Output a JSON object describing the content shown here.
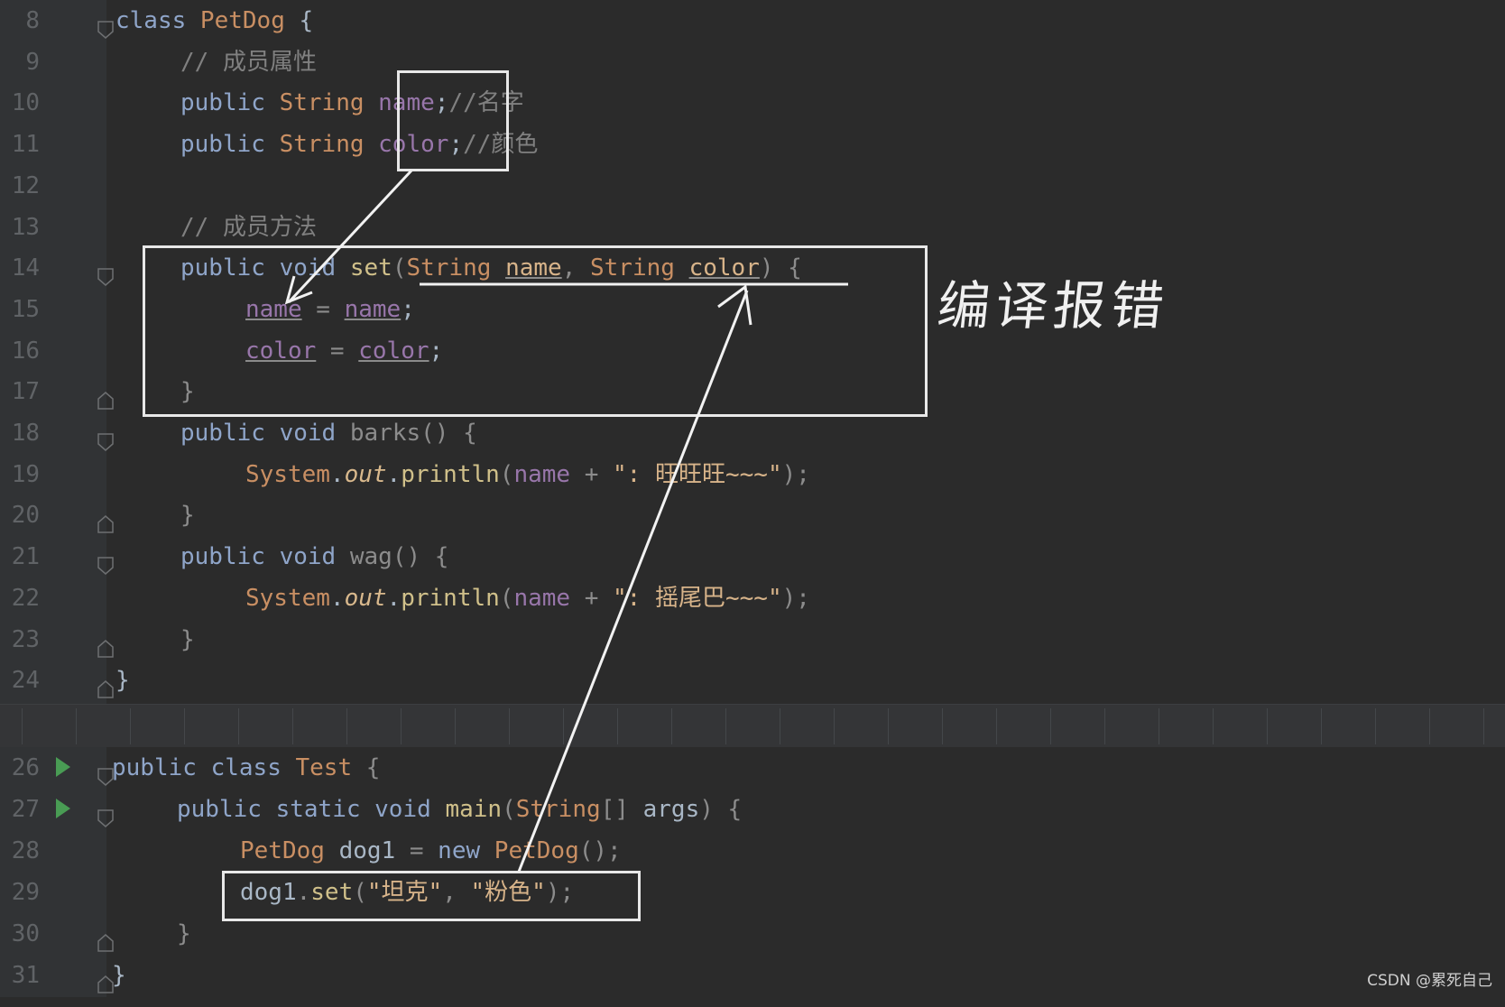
{
  "top_lines": [
    {
      "num": "8",
      "tokens": [
        [
          "class ",
          "kw2"
        ],
        [
          "PetDog ",
          "cls"
        ],
        [
          "{",
          "par"
        ]
      ]
    },
    {
      "num": "9",
      "tokens": [
        [
          "// 成员属性",
          "cmt"
        ]
      ]
    },
    {
      "num": "10",
      "tokens": [
        [
          "public ",
          "kw2"
        ],
        [
          "String ",
          "cls"
        ],
        [
          "name",
          "fld"
        ],
        [
          ";",
          "par"
        ],
        [
          "//名字",
          "cmt"
        ]
      ]
    },
    {
      "num": "11",
      "tokens": [
        [
          "public ",
          "kw2"
        ],
        [
          "String ",
          "cls"
        ],
        [
          "color",
          "fld"
        ],
        [
          ";",
          "par"
        ],
        [
          "//颜色",
          "cmt"
        ]
      ]
    },
    {
      "num": "12",
      "tokens": []
    },
    {
      "num": "13",
      "tokens": [
        [
          "// 成员方法",
          "cmt"
        ]
      ]
    },
    {
      "num": "14",
      "tokens": [
        [
          "public ",
          "kw2"
        ],
        [
          "void ",
          "kw2"
        ],
        [
          "set",
          "fn"
        ],
        [
          "(",
          "dim"
        ],
        [
          "String ",
          "cls"
        ],
        [
          "name",
          "ul str"
        ],
        [
          ", ",
          "dim"
        ],
        [
          "String ",
          "cls"
        ],
        [
          "color",
          "ul str"
        ],
        [
          ") {",
          "dim"
        ]
      ]
    },
    {
      "num": "15",
      "tokens": [
        [
          "name",
          "ul fld"
        ],
        [
          " = ",
          "dim"
        ],
        [
          "name",
          "ul fld"
        ],
        [
          ";",
          "par"
        ]
      ]
    },
    {
      "num": "16",
      "tokens": [
        [
          "color",
          "ul fld"
        ],
        [
          " = ",
          "dim"
        ],
        [
          "color",
          "ul fld"
        ],
        [
          ";",
          "par"
        ]
      ]
    },
    {
      "num": "17",
      "tokens": [
        [
          "}",
          "dim"
        ]
      ]
    },
    {
      "num": "18",
      "tokens": [
        [
          "public ",
          "kw2"
        ],
        [
          "void ",
          "kw2"
        ],
        [
          "barks",
          "dim"
        ],
        [
          "() {",
          "dim"
        ]
      ]
    },
    {
      "num": "19",
      "tokens": [
        [
          "System",
          "cls"
        ],
        [
          ".",
          "par"
        ],
        [
          "out",
          "it"
        ],
        [
          ".",
          "par"
        ],
        [
          "println",
          "fn"
        ],
        [
          "(",
          "dim"
        ],
        [
          "name",
          "fld"
        ],
        [
          " + ",
          "dim"
        ],
        [
          "\": 旺旺旺~~~\"",
          "str"
        ],
        [
          ");",
          "dim"
        ]
      ]
    },
    {
      "num": "20",
      "tokens": [
        [
          "}",
          "dim"
        ]
      ]
    },
    {
      "num": "21",
      "tokens": [
        [
          "public ",
          "kw2"
        ],
        [
          "void ",
          "kw2"
        ],
        [
          "wag",
          "dim"
        ],
        [
          "() {",
          "dim"
        ]
      ]
    },
    {
      "num": "22",
      "tokens": [
        [
          "System",
          "cls"
        ],
        [
          ".",
          "par"
        ],
        [
          "out",
          "it"
        ],
        [
          ".",
          "par"
        ],
        [
          "println",
          "fn"
        ],
        [
          "(",
          "dim"
        ],
        [
          "name",
          "fld"
        ],
        [
          " + ",
          "dim"
        ],
        [
          "\": 摇尾巴~~~\"",
          "str"
        ],
        [
          ");",
          "dim"
        ]
      ]
    },
    {
      "num": "23",
      "tokens": [
        [
          "}",
          "dim"
        ]
      ]
    },
    {
      "num": "24",
      "tokens": [
        [
          "}",
          "par"
        ]
      ]
    }
  ],
  "bottom_lines": [
    {
      "num": "26",
      "tokens": [
        [
          "public ",
          "kw2"
        ],
        [
          "class ",
          "kw2"
        ],
        [
          "Test ",
          "cls"
        ],
        [
          "{",
          "dim"
        ]
      ]
    },
    {
      "num": "27",
      "tokens": [
        [
          "public ",
          "kw2"
        ],
        [
          "static ",
          "kw2"
        ],
        [
          "void ",
          "kw2"
        ],
        [
          "main",
          "fn"
        ],
        [
          "(",
          "dim"
        ],
        [
          "String",
          "cls"
        ],
        [
          "[] ",
          "dim"
        ],
        [
          "args",
          "par"
        ],
        [
          ") {",
          "dim"
        ]
      ]
    },
    {
      "num": "28",
      "tokens": [
        [
          "PetDog ",
          "cls"
        ],
        [
          "dog1",
          "par"
        ],
        [
          " = ",
          "dim"
        ],
        [
          "new ",
          "kw2"
        ],
        [
          "PetDog",
          "cls"
        ],
        [
          "();",
          "dim"
        ]
      ]
    },
    {
      "num": "29",
      "tokens": [
        [
          "dog1",
          "par"
        ],
        [
          ".",
          "dim"
        ],
        [
          "set",
          "fn"
        ],
        [
          "(",
          "dim"
        ],
        [
          "\"坦克\"",
          "str"
        ],
        [
          ", ",
          "dim"
        ],
        [
          "\"粉色\"",
          "str"
        ],
        [
          ");",
          "dim"
        ]
      ]
    },
    {
      "num": "30",
      "tokens": [
        [
          "}",
          "dim"
        ]
      ]
    },
    {
      "num": "31",
      "tokens": [
        [
          "}",
          "par"
        ]
      ]
    }
  ],
  "annotation": {
    "note": "编译报错"
  },
  "watermark": "CSDN @累死自己"
}
